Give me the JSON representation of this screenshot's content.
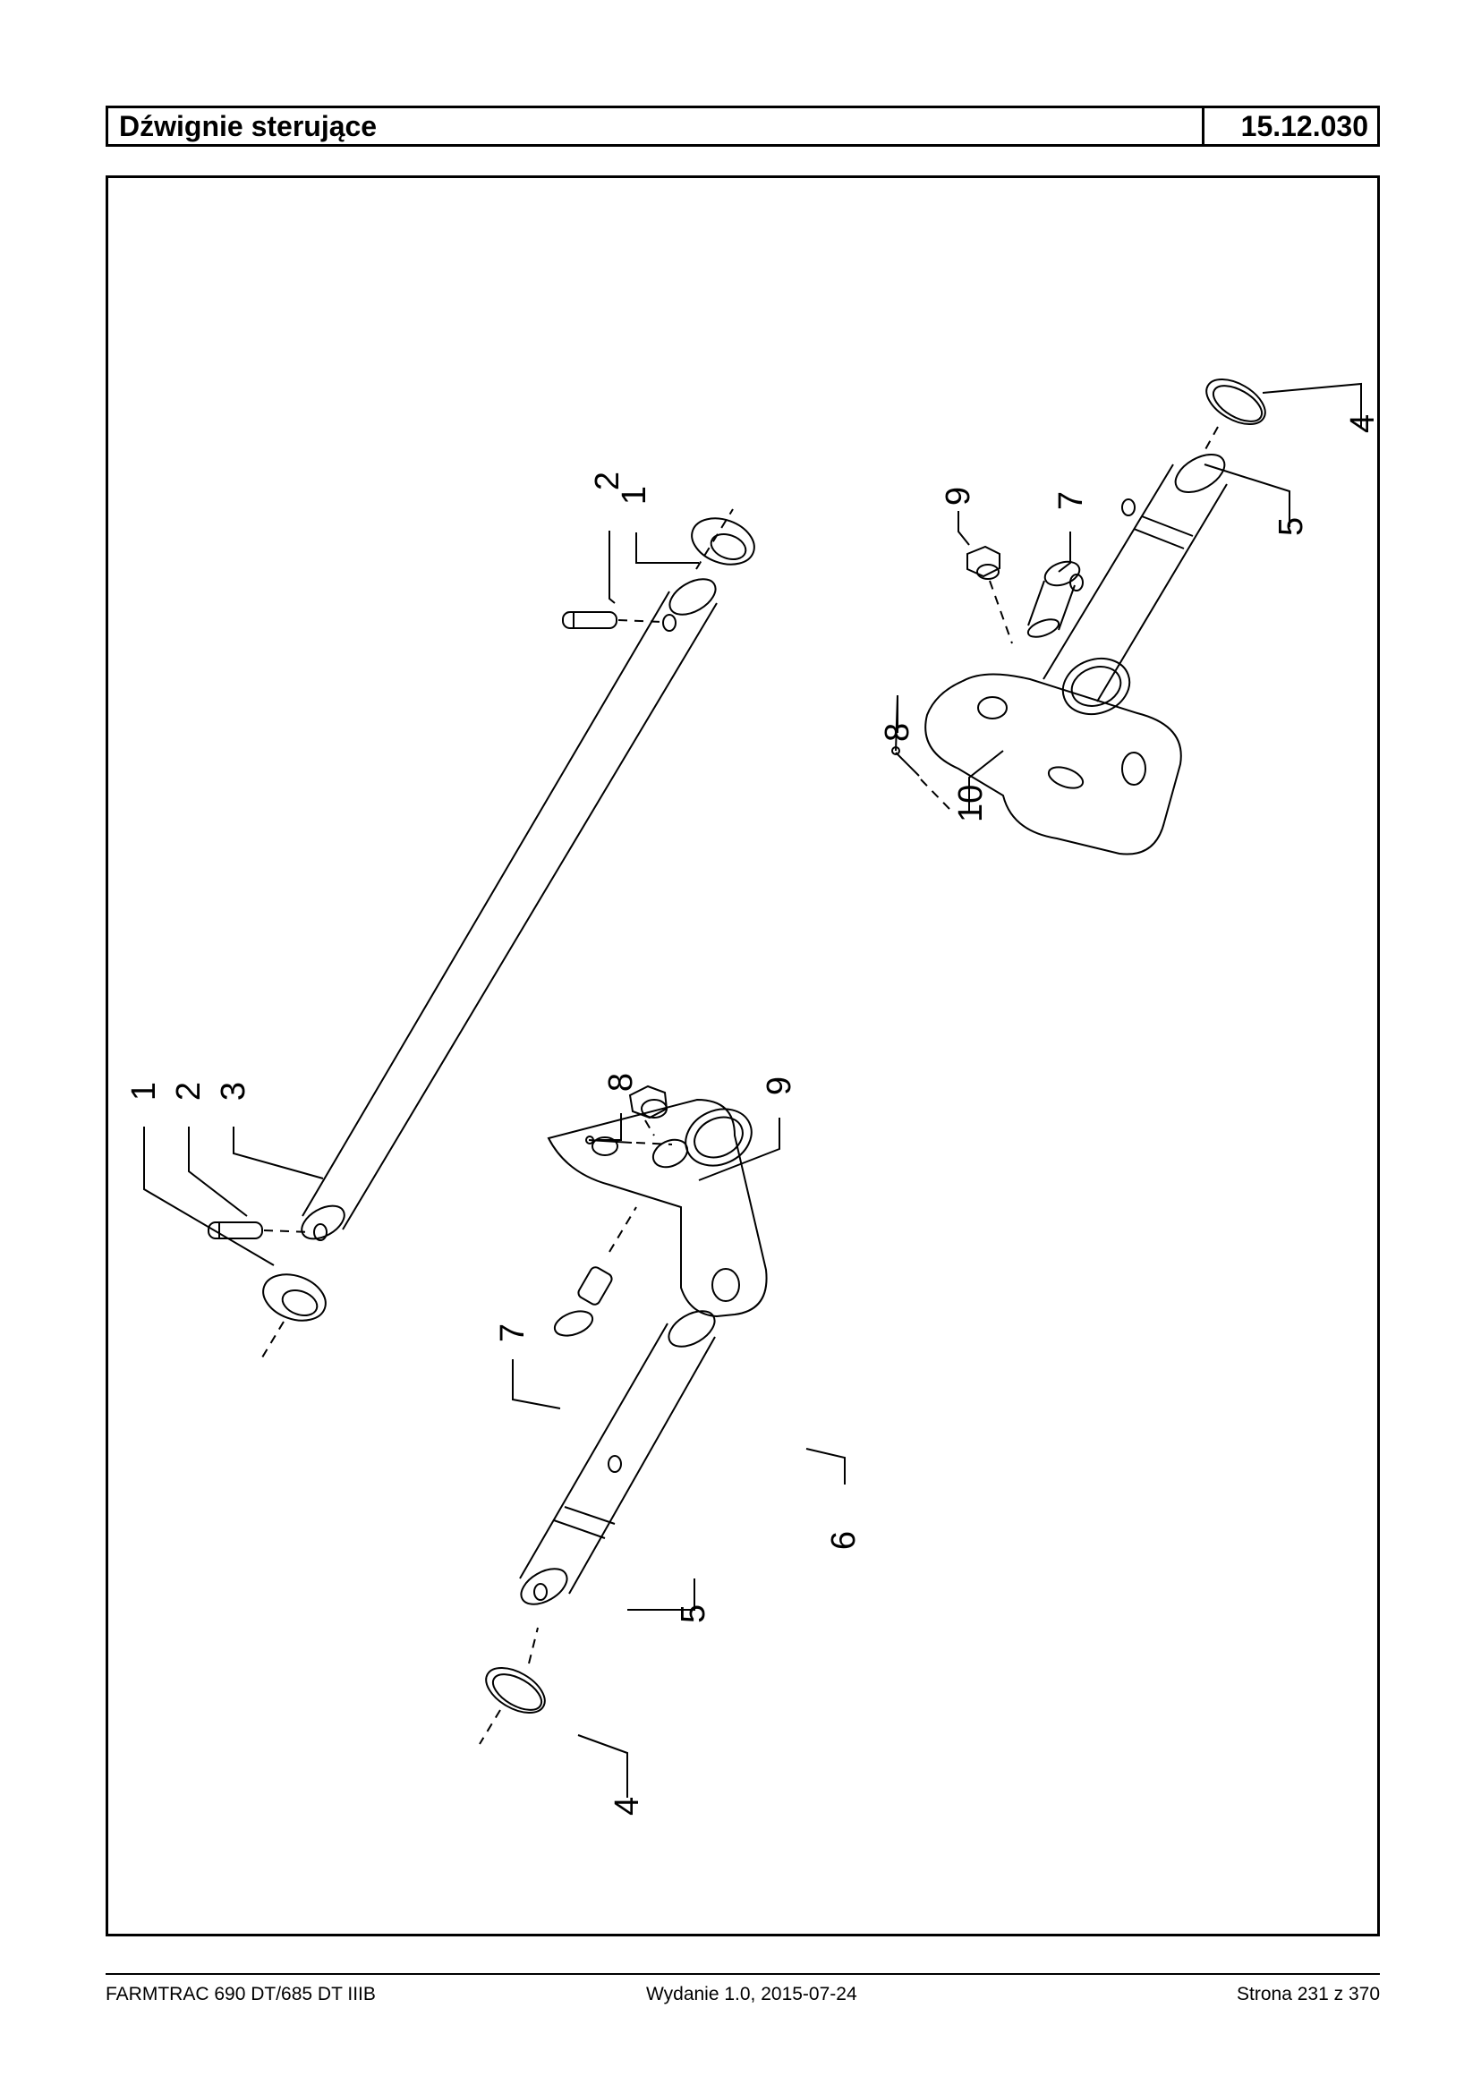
{
  "header": {
    "title": "Dźwignie sterujące",
    "code": "15.12.030"
  },
  "diagram": {
    "callouts": [
      "1",
      "2",
      "1",
      "2",
      "3",
      "9",
      "8",
      "7",
      "6",
      "5",
      "4",
      "7",
      "9",
      "5",
      "4",
      "8",
      "10"
    ]
  },
  "footer": {
    "model": "FARMTRAC 690 DT/685 DT IIIB",
    "edition": "Wydanie 1.0,  2015-07-24",
    "page": "Strona 231 z 370"
  }
}
